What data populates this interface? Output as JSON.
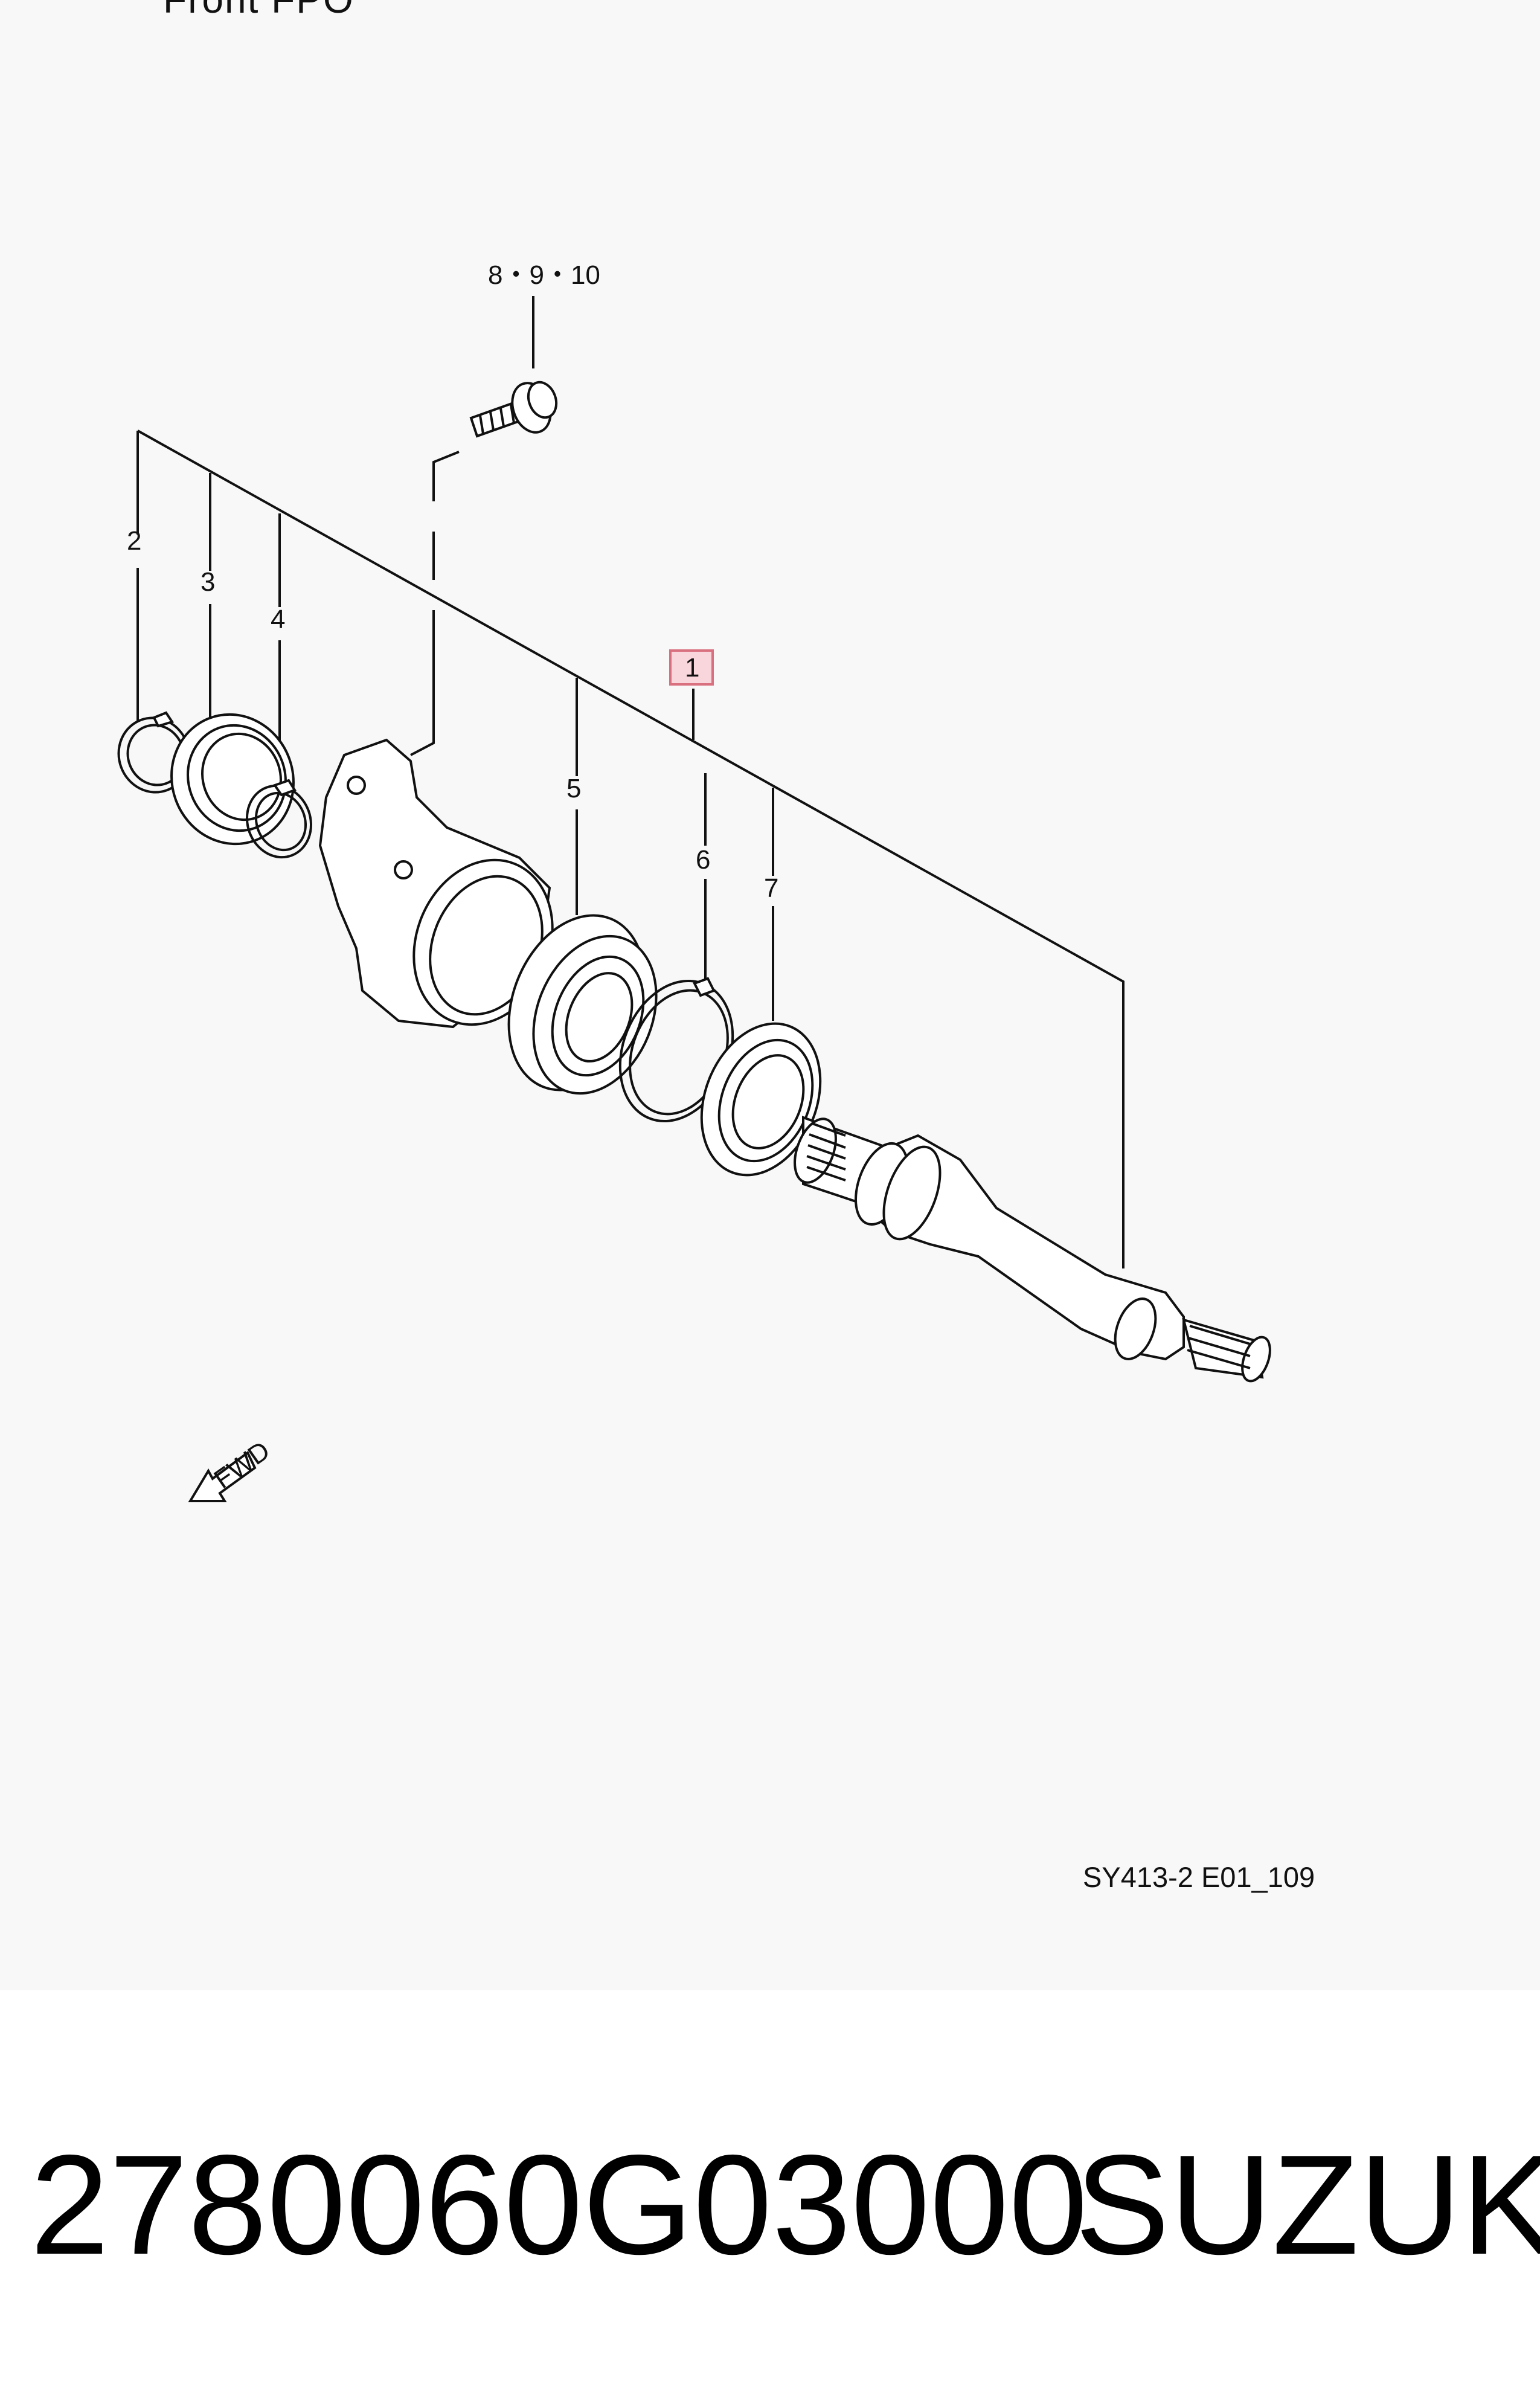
{
  "diagram": {
    "cut_title": "Front FPO",
    "reference_code": "SY413-2 E01_109",
    "fwd_label": "FWD",
    "callouts": {
      "c1": "1",
      "c2": "2",
      "c3": "3",
      "c4": "4",
      "c5": "5",
      "c6": "6",
      "c7": "7",
      "c8": "8・9・10"
    }
  },
  "footer": {
    "part_number": "2780060G03000",
    "brand": "SUZUKI"
  },
  "colors": {
    "panel_background": "#f8f8f8",
    "line": "#111111",
    "highlight_box_fill": "#f9d6dc",
    "highlight_box_stroke": "#d9707f"
  }
}
